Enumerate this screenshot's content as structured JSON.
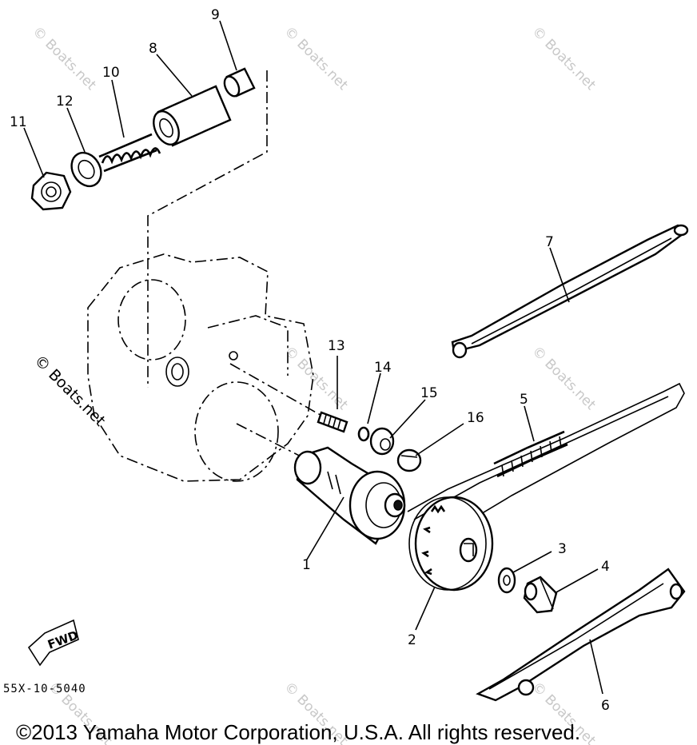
{
  "callouts": {
    "c1": "1",
    "c2": "2",
    "c3": "3",
    "c4": "4",
    "c5": "5",
    "c6": "6",
    "c7": "7",
    "c8": "8",
    "c9": "9",
    "c10": "10",
    "c11": "11",
    "c12": "12",
    "c13": "13",
    "c14": "14",
    "c15": "15",
    "c16": "16"
  },
  "diagram_code": "55X-10-5040",
  "fwd_label": "FWD",
  "watermark": "© Boats.net",
  "copyright": "©2013 Yamaha Motor Corporation, U.S.A. All rights reserved."
}
